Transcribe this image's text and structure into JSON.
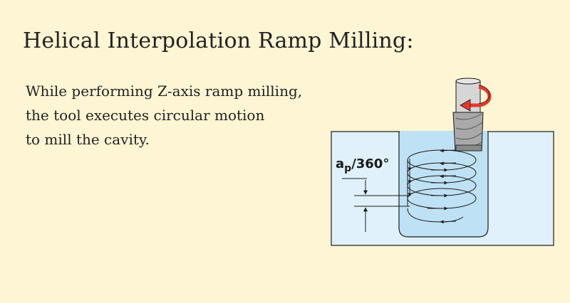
{
  "title": "Helical Interpolation Ramp Milling:",
  "description": {
    "lines": [
      "While performing Z-axis ramp milling,",
      "the tool executes circular motion",
      "to mill the cavity."
    ]
  },
  "diagram": {
    "label_base": "a",
    "label_sub": "p",
    "label_rest": "/360°",
    "colors": {
      "workpiece": "#e0f1fb",
      "cavity": "#bfe1f5",
      "tool": "#c9c9c9",
      "rotation_arrow": "#e23a2a",
      "outline": "#1a1a1a"
    },
    "icons": [
      "rotation-arrow-icon",
      "tool-icon",
      "helix-path-icon"
    ]
  }
}
